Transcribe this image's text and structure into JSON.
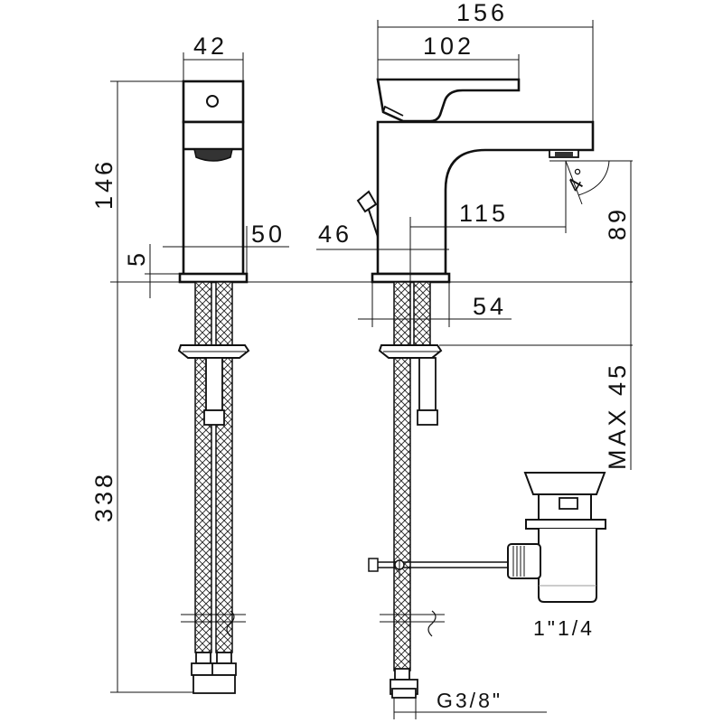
{
  "dimensions": {
    "front_width": "42",
    "front_height": "146",
    "base_offset": "5",
    "base_width": "50",
    "supply_height": "338",
    "total_length": "156",
    "lever_length": "102",
    "lever_depth": "46",
    "reach": "115",
    "spout_height": "89",
    "hole_diameter": "54",
    "max_thickness": "MAX  45",
    "angle": "4°",
    "waste_thread": "1\"1/4",
    "hose_thread": "G3/8\""
  }
}
